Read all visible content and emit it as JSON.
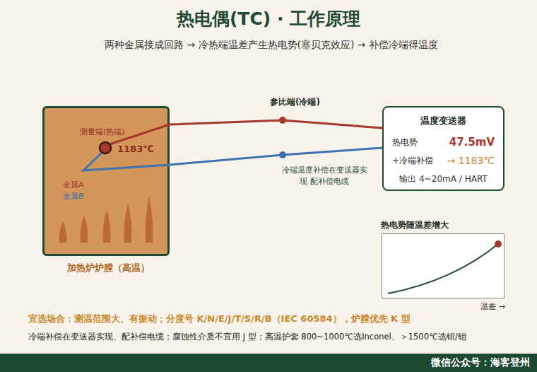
{
  "diagram": {
    "title": "热电偶(TC) · 工作原理",
    "nodes": [
      {
        "text": [
          "加热炉炉膛（高温）"
        ]
      },
      {
        "text": [
          "温度变送器",
          "热电势",
          "47.5mV",
          "+冷端补偿",
          "→ 1183℃",
          "输出 4~20mA / HART"
        ]
      },
      {
        "text": [
          "热电势随温差增大",
          "温差 →"
        ]
      }
    ],
    "edges": [
      {
        "from": 0,
        "to": 1,
        "arrow": "none",
        "label": "参比端(冷端)"
      },
      {
        "from": 0,
        "to": 1,
        "arrow": "none",
        "label": "冷端温度补偿在变送器实现 配补偿电缆"
      }
    ],
    "labels": [
      "两种金属接成回路 → 冷热端温差产生热电势(塞贝克效应) → 补偿冷端得温度",
      "测量端(热端)",
      "1183℃",
      "金属A",
      "金属B",
      "宜选场合：测温范围大、有振动；分度号 K/N/E/J/T/S/R/B（IEC 60584），炉膛优先 K 型",
      "冷端补偿在变送器实现、配补偿电缆；腐蚀性介质不宜用 J 型；高温护套 800~1000℃选Inconel、＞1500℃选钽/钼",
      "微信公众号：海客登州"
    ]
  }
}
